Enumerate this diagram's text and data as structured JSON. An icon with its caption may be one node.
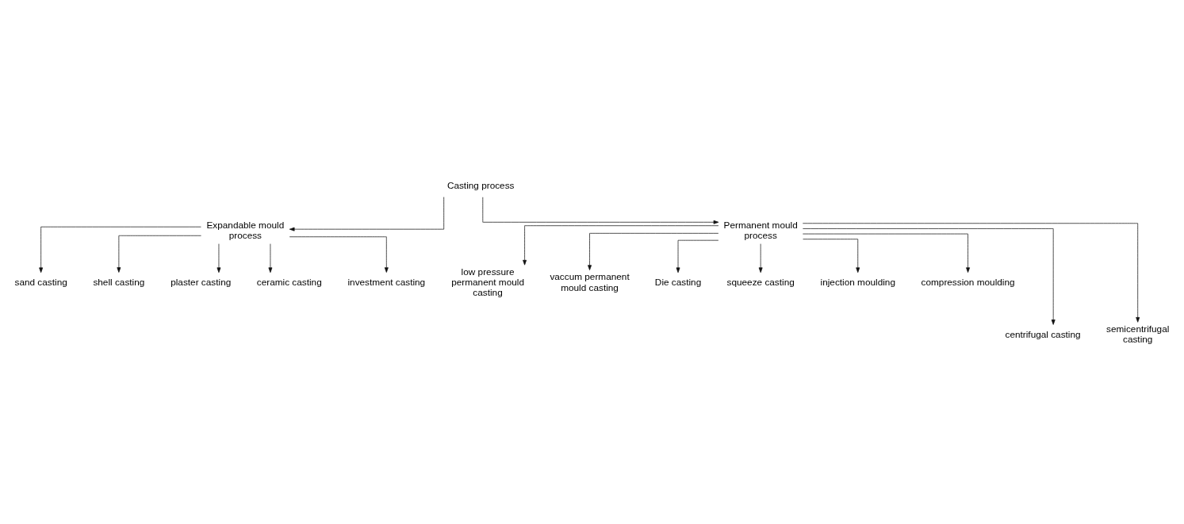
{
  "diagram": {
    "nodes": [
      {
        "text": [
          "Casting process"
        ]
      },
      {
        "text": [
          "Expandable mould process"
        ]
      },
      {
        "text": [
          "Permanent mould process"
        ]
      },
      {
        "text": [
          "sand casting"
        ]
      },
      {
        "text": [
          "shell casting"
        ]
      },
      {
        "text": [
          "plaster casting"
        ]
      },
      {
        "text": [
          "ceramic casting"
        ]
      },
      {
        "text": [
          "investment casting"
        ]
      },
      {
        "text": [
          "low pressure permanent mould casting"
        ]
      },
      {
        "text": [
          "vaccum permanent mould casting"
        ]
      },
      {
        "text": [
          "Die casting"
        ]
      },
      {
        "text": [
          "squeeze casting"
        ]
      },
      {
        "text": [
          "injection moulding"
        ]
      },
      {
        "text": [
          "compression moulding"
        ]
      },
      {
        "text": [
          "centrifugal casting"
        ]
      },
      {
        "text": [
          "semicentrifugal casting"
        ]
      }
    ],
    "edges": [
      {
        "from": 0,
        "to": 1,
        "arrow": "to"
      },
      {
        "from": 0,
        "to": 2,
        "arrow": "to"
      },
      {
        "from": 1,
        "to": 3,
        "arrow": "to"
      },
      {
        "from": 1,
        "to": 4,
        "arrow": "to"
      },
      {
        "from": 1,
        "to": 5,
        "arrow": "to"
      },
      {
        "from": 1,
        "to": 6,
        "arrow": "to"
      },
      {
        "from": 1,
        "to": 7,
        "arrow": "to"
      },
      {
        "from": 2,
        "to": 8,
        "arrow": "to"
      },
      {
        "from": 2,
        "to": 9,
        "arrow": "to"
      },
      {
        "from": 2,
        "to": 10,
        "arrow": "to"
      },
      {
        "from": 2,
        "to": 11,
        "arrow": "to"
      },
      {
        "from": 2,
        "to": 12,
        "arrow": "to"
      },
      {
        "from": 2,
        "to": 13,
        "arrow": "to"
      },
      {
        "from": 2,
        "to": 14,
        "arrow": "to"
      },
      {
        "from": 2,
        "to": 15,
        "arrow": "to"
      }
    ]
  }
}
